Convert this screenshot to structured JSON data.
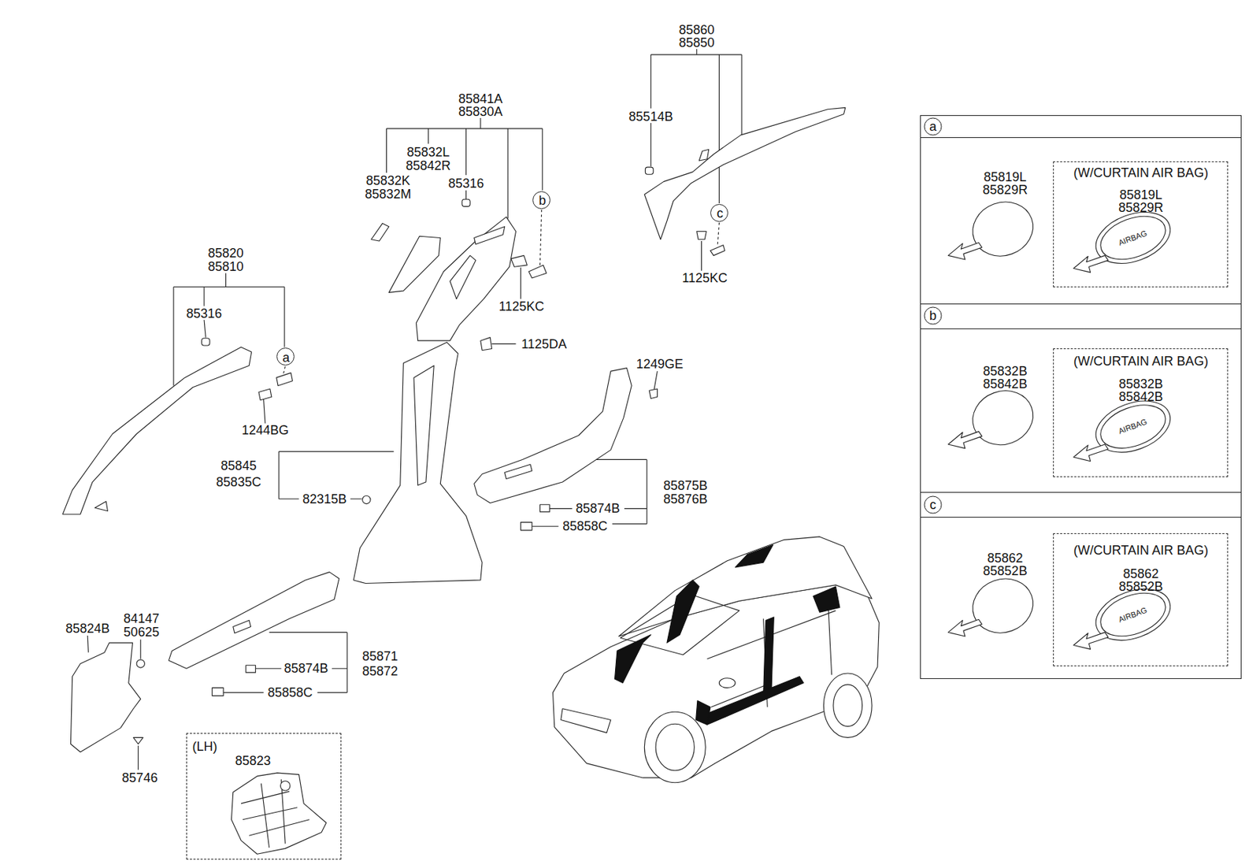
{
  "diagram": {
    "nodes": [
      {
        "text": [
          "b"
        ]
      },
      {
        "text": [
          "c"
        ]
      },
      {
        "text": [
          "a"
        ]
      },
      {
        "text": [
          "a",
          "85819L 85829R"
        ]
      },
      {
        "text": [
          "(W/CURTAIN AIR BAG)",
          "85819L 85829R"
        ],
        "in": 3
      },
      {
        "text": [
          "b",
          "85832B 85842B"
        ]
      },
      {
        "text": [
          "(W/CURTAIN AIR BAG)",
          "85832B 85842B"
        ],
        "in": 5
      },
      {
        "text": [
          "c",
          "85862 85852B"
        ]
      },
      {
        "text": [
          "(W/CURTAIN AIR BAG)",
          "85862 85852B"
        ],
        "in": 7
      },
      {
        "text": [
          "(LH)",
          "85823"
        ]
      }
    ],
    "labels": [
      "85860",
      "85850",
      "85841A",
      "85830A",
      "85514B",
      "85832L",
      "85842R",
      "85832K",
      "85316",
      "85832M",
      "85820",
      "85810",
      "1125KC",
      "1125KC",
      "85316",
      "1125DA",
      "1249GE",
      "1244BG",
      "85845",
      "85835C",
      "85875B",
      "82315B",
      "85876B",
      "85874B",
      "85858C",
      "84147",
      "85824B",
      "50625",
      "85871",
      "85874B",
      "85872",
      "85858C",
      "85746",
      "AIRBAG",
      "AIRBAG",
      "AIRBAG"
    ]
  }
}
